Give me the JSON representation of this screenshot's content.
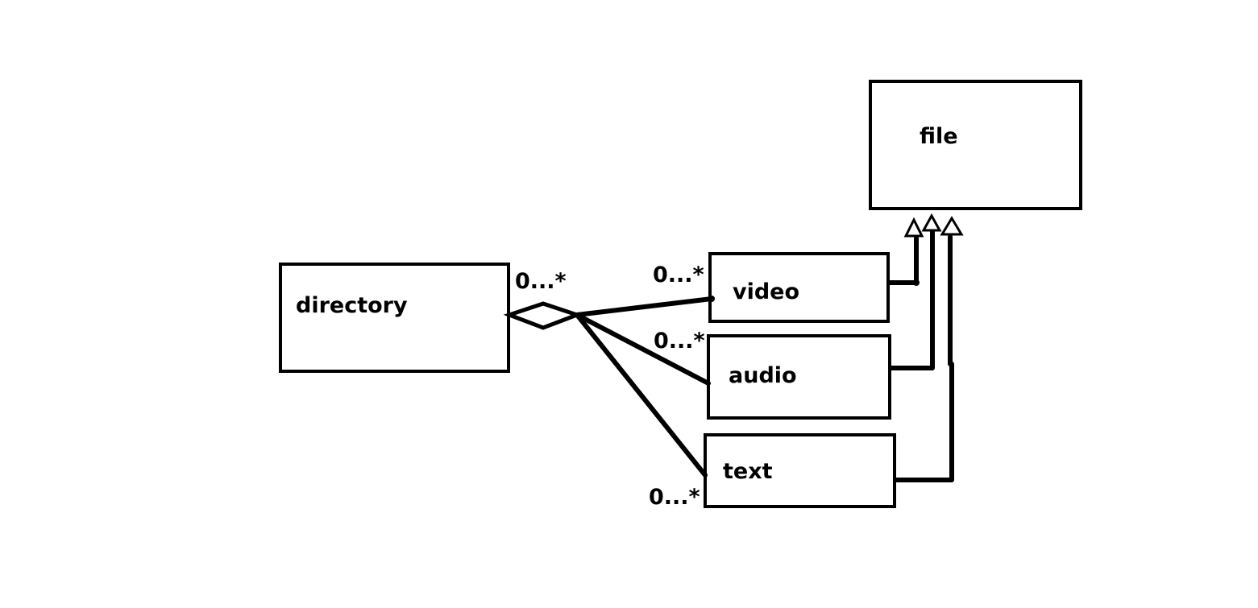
{
  "diagram": {
    "classes": {
      "directory": "directory",
      "file": "file",
      "video": "video",
      "audio": "audio",
      "text": "text"
    },
    "multiplicities": {
      "directory_end": "0...*",
      "video_end": "0...*",
      "audio_end": "0...*",
      "text_end": "0...*"
    },
    "colors": {
      "stroke": "#000000",
      "background": "#ffffff"
    }
  }
}
